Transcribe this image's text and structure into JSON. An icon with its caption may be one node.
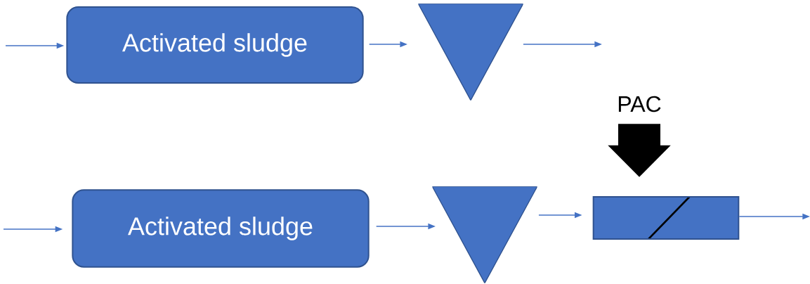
{
  "diagram": {
    "nodes": [
      {
        "text": [
          "Activated sludge"
        ]
      },
      {
        "text": [],
        "shape": "triangle"
      },
      {
        "text": [
          "Activated sludge"
        ]
      },
      {
        "text": [],
        "shape": "triangle"
      },
      {
        "text": [],
        "shape": "box"
      },
      {
        "text": [
          "PAC"
        ]
      }
    ],
    "edges": [
      {
        "from": null,
        "to": 0,
        "arrow": "to"
      },
      {
        "from": 0,
        "to": 1,
        "arrow": "to"
      },
      {
        "from": 1,
        "to": null,
        "arrow": "to"
      },
      {
        "from": null,
        "to": 2,
        "arrow": "to"
      },
      {
        "from": 2,
        "to": 3,
        "arrow": "to"
      },
      {
        "from": 3,
        "to": 4,
        "arrow": "to"
      },
      {
        "from": 4,
        "to": null,
        "arrow": "to"
      },
      {
        "from": 5,
        "to": 4,
        "arrow": "to",
        "style": "thick",
        "color": "#000000"
      }
    ]
  }
}
